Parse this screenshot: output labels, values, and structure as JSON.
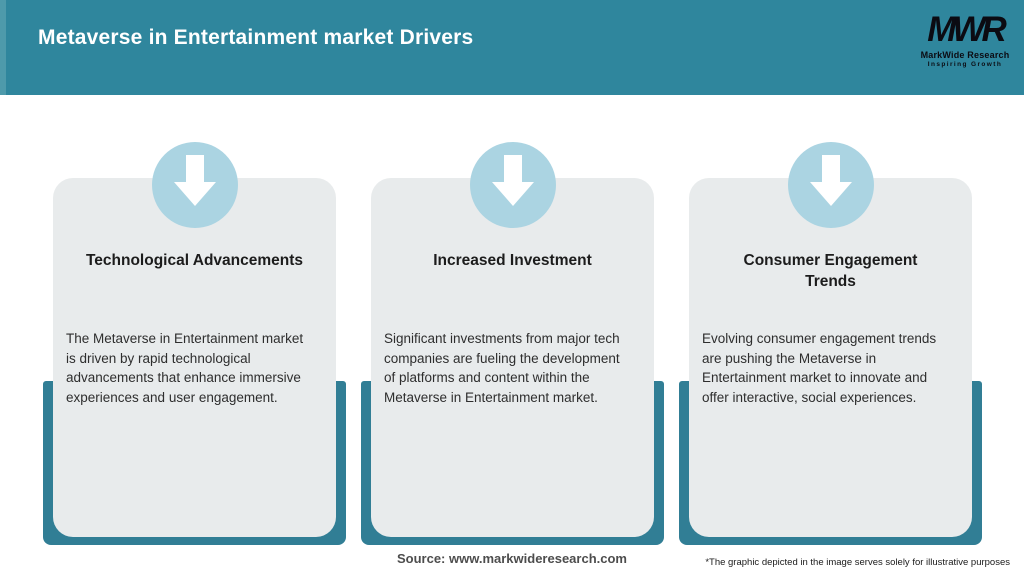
{
  "header": {
    "title": "Metaverse in Entertainment market Drivers",
    "logo": {
      "monogram": "MWR",
      "name": "MarkWide Research",
      "tagline": "Inspiring Growth"
    }
  },
  "cards": [
    {
      "icon": "arrow-down-icon",
      "title": "Technological Advancements",
      "body": "The Metaverse in Entertainment market\nis driven by rapid technological\nadvancements that enhance immersive\nexperiences and user engagement."
    },
    {
      "icon": "arrow-down-icon",
      "title": "Increased Investment",
      "body": "Significant investments from major tech\ncompanies are fueling the development\nof platforms and content within the\nMetaverse in Entertainment market."
    },
    {
      "icon": "arrow-down-icon",
      "title": "Consumer Engagement\nTrends",
      "body": "Evolving consumer engagement trends\nare pushing the Metaverse in\nEntertainment market to innovate and\noffer interactive, social experiences."
    }
  ],
  "footer": {
    "source": "Source: www.markwideresearch.com",
    "disclaimer": "*The graphic depicted in the image serves solely for illustrative purposes"
  },
  "colors": {
    "header_teal": "#2F869D",
    "panel_teal": "#317E95",
    "card_gray": "#E8EBEC",
    "icon_blue": "#ABD4E2",
    "arrow_white": "#FFFFFF"
  }
}
